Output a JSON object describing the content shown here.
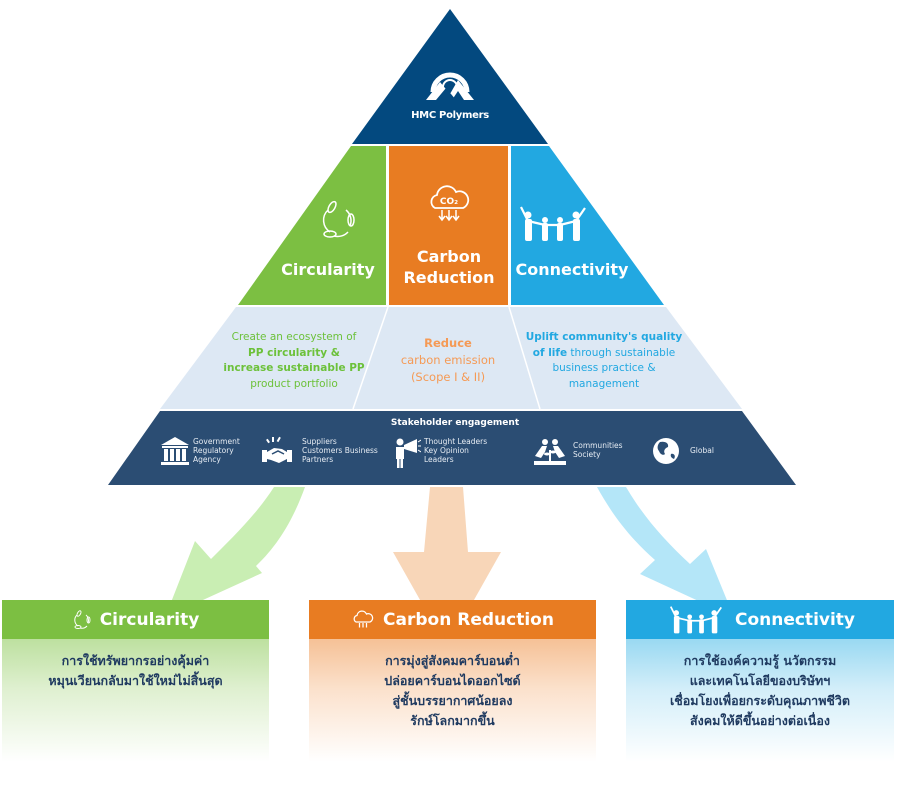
{
  "colors": {
    "navy": "#03497f",
    "green": "#7cbf42",
    "orange": "#e87c22",
    "blue": "#22a8e1",
    "light_band": "#dde8f4",
    "stakeholder_band": "#2b4d73",
    "green_arrow": "#c9eeb3",
    "orange_arrow": "#f8d6b8",
    "blue_arrow": "#b4e6f8",
    "body_text": "#1f3a60"
  },
  "logo": {
    "icon": "mountain-sun-logo-icon",
    "name": "HMC Polymers"
  },
  "pillars": [
    {
      "key": "circularity",
      "icon": "recycle-leaves-icon",
      "title": "Circularity",
      "description_lines": [
        {
          "text": "Create an ecosystem of",
          "bold": false
        },
        {
          "text": "PP circularity  &",
          "bold": true
        },
        {
          "text": "increase sustainable PP",
          "bold": true
        },
        {
          "text": "product portfolio",
          "bold": false
        }
      ]
    },
    {
      "key": "carbon",
      "icon": "co2-cloud-icon",
      "icon_text": "CO₂",
      "title_lines": [
        "Carbon",
        "Reduction"
      ],
      "description_lines": [
        {
          "text": "Reduce",
          "bold": true
        },
        {
          "text": "carbon emission",
          "bold": false
        },
        {
          "text": "(Scope I & II)",
          "bold": false
        }
      ]
    },
    {
      "key": "connectivity",
      "icon": "people-holding-hands-icon",
      "title": "Connectivity",
      "description_lines": [
        {
          "text": "Uplift community's quality",
          "bold": true
        },
        {
          "text_bold": "of life",
          "text_rest": " through sustainable"
        },
        {
          "text": "business practice &",
          "bold": false
        },
        {
          "text": "management",
          "bold": false
        }
      ]
    }
  ],
  "stakeholders": {
    "title": "Stakeholder engagement",
    "items": [
      {
        "icon": "government-building-icon",
        "lines": [
          "Government",
          "Regulatory",
          "Agency"
        ]
      },
      {
        "icon": "handshake-icon",
        "lines": [
          "Suppliers",
          "Customers Business",
          "Partners"
        ]
      },
      {
        "icon": "megaphone-speaker-icon",
        "lines": [
          "Thought Leaders",
          "Key Opinion",
          "Leaders"
        ]
      },
      {
        "icon": "community-plant-icon",
        "lines": [
          "Communities",
          "Society"
        ]
      },
      {
        "icon": "globe-icon",
        "lines": [
          "Global"
        ]
      }
    ]
  },
  "boxes": [
    {
      "key": "circularity",
      "icon": "recycle-leaves-icon",
      "title": "Circularity",
      "lines": [
        "การใช้ทรัพยากรอย่างคุ้มค่า",
        "หมุนเวียนกลับมาใช้ใหม่ไม่สิ้นสุด"
      ]
    },
    {
      "key": "carbon",
      "icon": "co2-cloud-icon",
      "title": "Carbon Reduction",
      "lines": [
        "การมุ่งสู่สังคมคาร์บอนต่ำ",
        "ปล่อยคาร์บอนไดออกไซด์",
        "สู่ชั้นบรรยากาศน้อยลง",
        "รักษ์โลกมากขึ้น"
      ]
    },
    {
      "key": "connectivity",
      "icon": "people-holding-hands-icon",
      "title": "Connectivity",
      "lines": [
        "การใช้องค์ความรู้ นวัตกรรม",
        "และเทคโนโลยีของบริษัทฯ",
        "เชื่อมโยงเพื่อยกระดับคุณภาพชีวิต",
        "สังคมให้ดีขึ้นอย่างต่อเนื่อง"
      ]
    }
  ]
}
